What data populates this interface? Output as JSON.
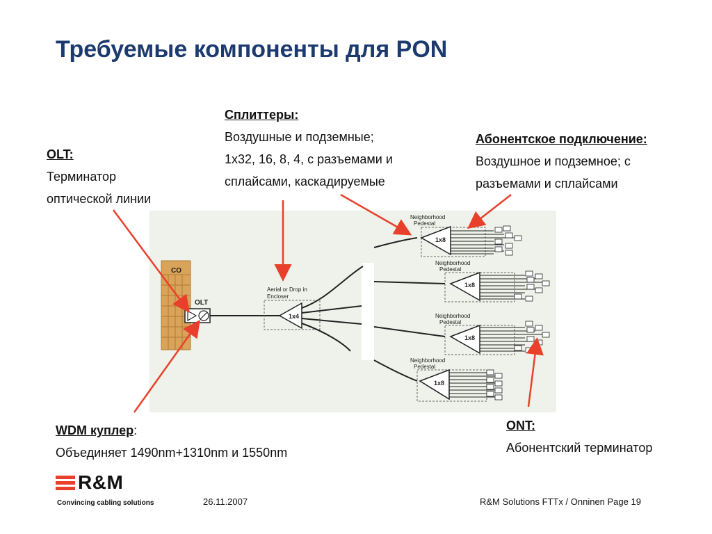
{
  "title": "Требуемые компоненты для PON",
  "olt": {
    "head": "OLT:",
    "line1": "Терминатор",
    "line2": "оптической линии"
  },
  "splitters": {
    "head": "Сплиттеры:",
    "line1": "Воздушные и подземные;",
    "line2": "1x32, 16, 8, 4, с разъемами и",
    "line3": "сплайсами, каскадируемые"
  },
  "subscriber": {
    "head": "Абонентское подключение:",
    "line1": "Воздушное и подземное; с",
    "line2": "разъемами и сплайсами"
  },
  "wdm": {
    "head": "WDM куплер",
    "colon": ":",
    "line1": "Объединяет 1490nm+1310nm и 1550nm"
  },
  "ont": {
    "head": "ONT:",
    "line1": "Абонентский терминатор"
  },
  "diagram": {
    "co": "CO",
    "olt": "OLT",
    "enclosure_line1": "Aerial or Drop in",
    "enclosure_line2": "Encloser",
    "splitter_1x4": "1x4",
    "pedestal_line1": "Neighborhood",
    "pedestal_line2": "Pedestal",
    "splitter_1x8": "1x8"
  },
  "footer": {
    "date": "26.11.2007",
    "page": "R&M Solutions FTTx / Onninen  Page 19",
    "logo": "R&M",
    "tagline": "Convincing cabling solutions"
  },
  "colors": {
    "title": "#1c3a6e",
    "arrow": "#e8402a",
    "diagram_bg": "#eef2ea",
    "building": "#d9a35a"
  }
}
